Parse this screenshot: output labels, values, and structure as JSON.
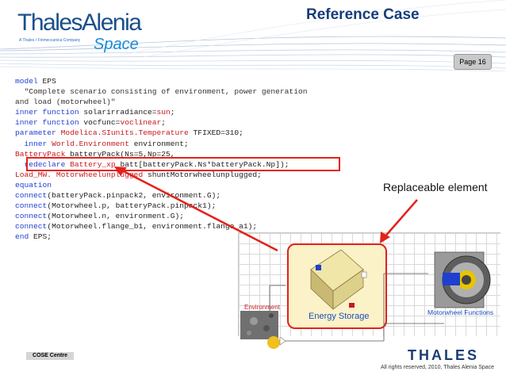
{
  "header": {
    "logo_text": "ThalesAlenia",
    "logo_tagline": "A Thales / Finmeccanica Company",
    "logo_space": "Space",
    "title": "Reference Case",
    "page": "Page 16"
  },
  "code_lines": [
    "model EPS",
    "  \"Complete scenario consisting of environment, power generation",
    "and load (motorwheel)\"",
    "inner function solarirradiance=sun;",
    "inner function vocfunc=voclinear;",
    "parameter Modelica.SIunits.Temperature TFIXED=310;",
    "  inner World.Environment environment;",
    "BatteryPack batteryPack(Ns=5,Np=25,",
    "  redeclare Battery_xp batt[batteryPack.Ns*batteryPack.Np]);",
    "Load_MW. Motorwheelunplugged shuntMotorwheelunplugged;",
    "equation",
    "connect(batteryPack.pinpack2, environment.G);",
    "connect(Motorwheel.p, batteryPack.pinpack1);",
    "connect(Motorwheel.n, environment.G);",
    "connect(Motorwheel.flange_b1, environment.flange_a1);",
    "end EPS;"
  ],
  "annotation": {
    "replaceable_label": "Replaceable element"
  },
  "diagram": {
    "energy_storage": "Energy Storage",
    "environment": "Environment",
    "motorwheel": "Motorwheel Functions"
  },
  "footer": {
    "cose": "COSE Centre",
    "thales": "THALES",
    "rights": "All rights reserved, 2010, Thales Alenia Space"
  },
  "colors": {
    "accent_red": "#e3211b",
    "title_blue": "#163d7a",
    "keyword_blue": "#1f3fd0",
    "type_red": "#c8191e"
  }
}
